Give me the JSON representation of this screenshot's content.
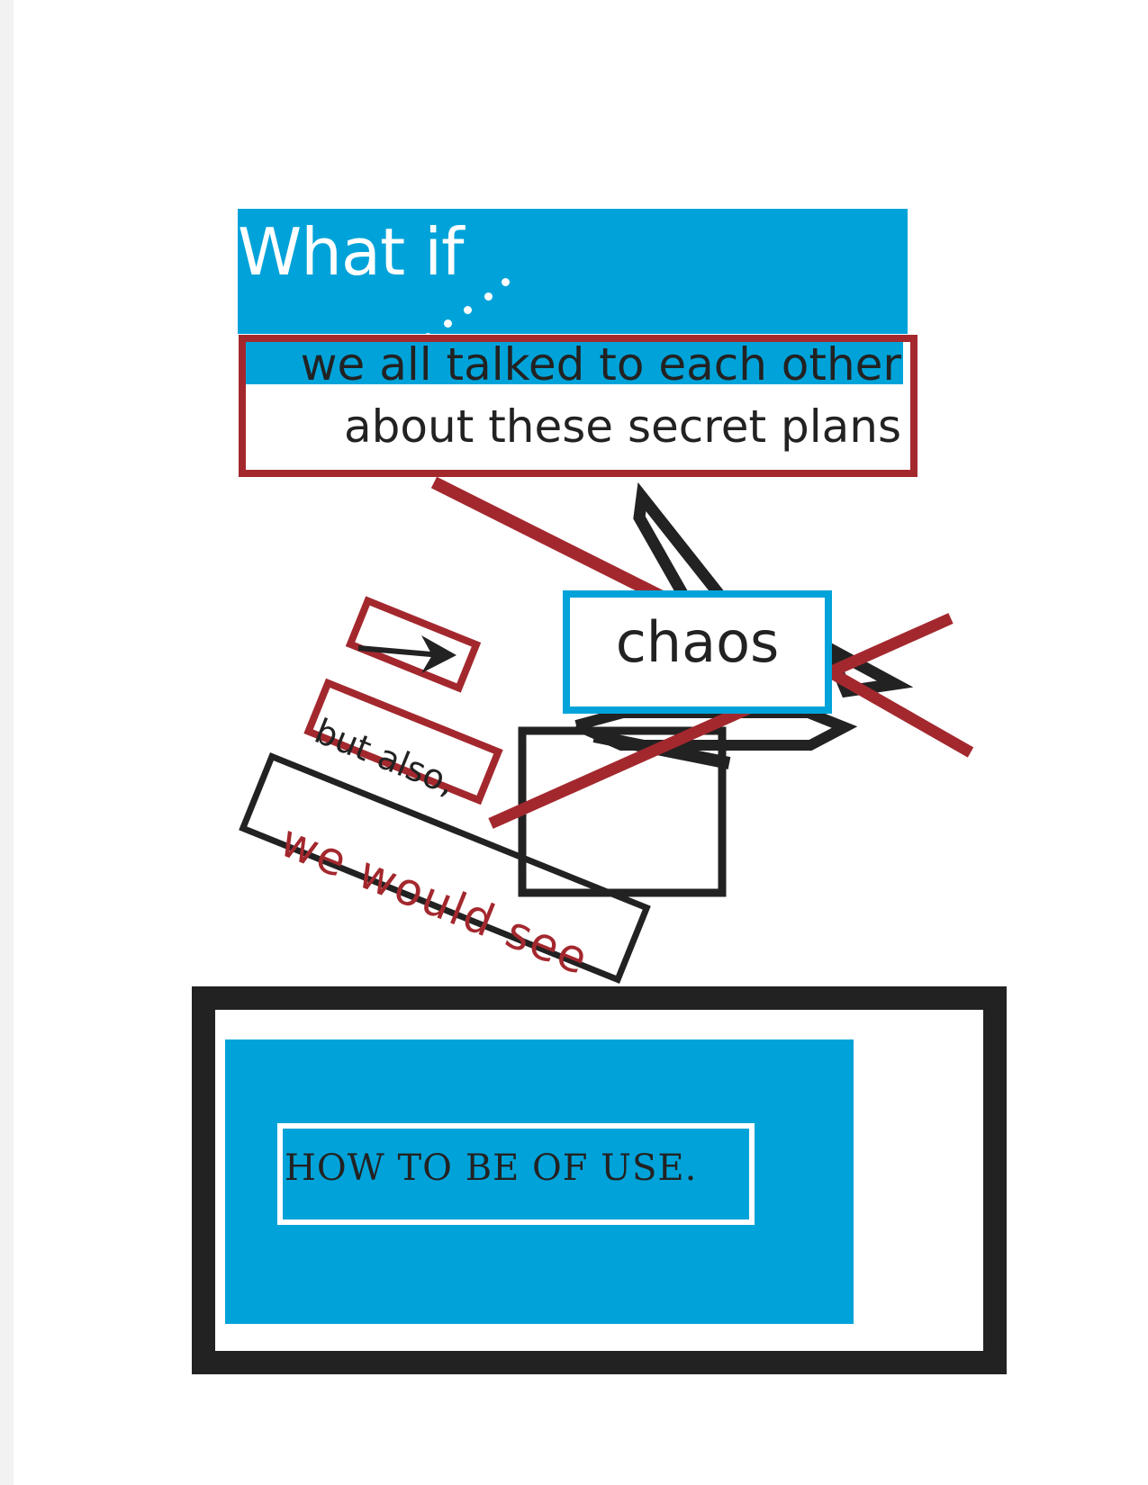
{
  "heading": "What if",
  "lines": [
    "we all talked to each other",
    "about these secret plans"
  ],
  "center_word": "chaos",
  "arrow_label": "",
  "but_also": "but also,",
  "we_would_see": "we would see",
  "closing": "HOW TO BE OF USE.",
  "colors": {
    "blue": "#00a3d9",
    "red": "#a3282e",
    "black": "#222222",
    "white": "#ffffff"
  },
  "icons": [
    "right-arrow-icon"
  ]
}
